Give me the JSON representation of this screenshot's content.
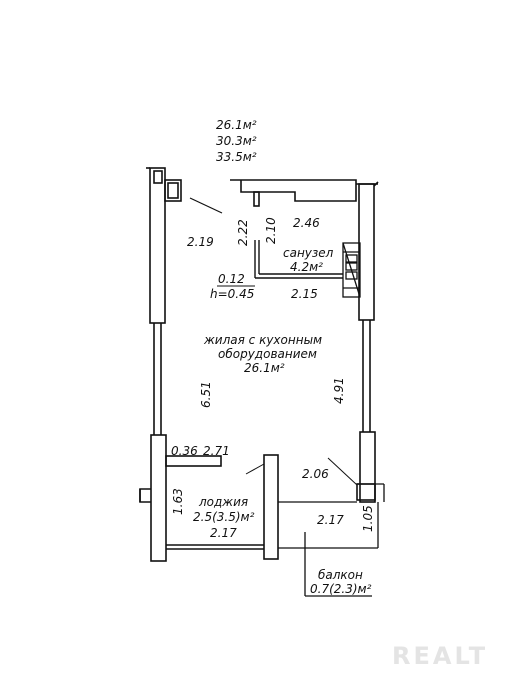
{
  "areas_header": [
    "26.1м²",
    "30.3м²",
    "33.5м²"
  ],
  "rooms": {
    "living": {
      "line1": "жилая с кухонным",
      "line2": "оборудованием",
      "area": "26.1м²"
    },
    "bathroom": {
      "name": "санузел",
      "area": "4.2м²"
    },
    "loggia": {
      "name": "лоджия",
      "area": "2.5(3.5)м²"
    },
    "balcony": {
      "name": "балкон",
      "area": "0.7(2.3)м²"
    }
  },
  "dimensions": {
    "d_2_19": "2.19",
    "d_2_22": "2.22",
    "d_2_10": "2.10",
    "d_2_46": "2.46",
    "d_0_12": "0.12",
    "d_h": "h=0.45",
    "d_2_15": "2.15",
    "d_6_51": "6.51",
    "d_4_91": "4.91",
    "d_0_36": "0.36",
    "d_2_71": "2.71",
    "d_2_06": "2.06",
    "d_1_63": "1.63",
    "d_2_17_loggia": "2.17",
    "d_2_17_balcony": "2.17",
    "d_1_05": "1.05"
  },
  "watermark": "REALT"
}
